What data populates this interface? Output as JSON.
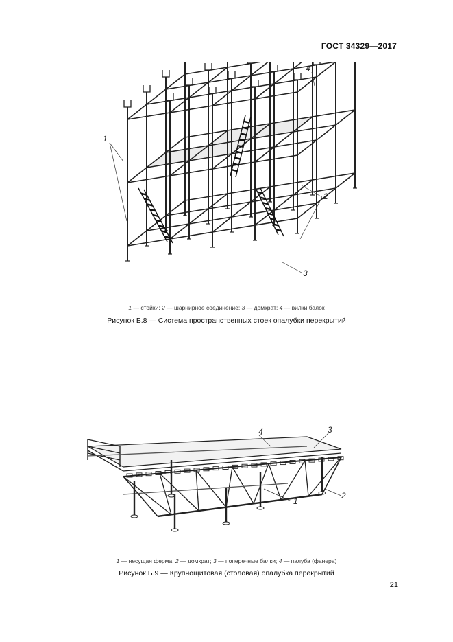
{
  "header": {
    "standard": "ГОСТ 34329—2017"
  },
  "figure1": {
    "callouts": [
      "1",
      "2",
      "3",
      "4"
    ],
    "legend": [
      {
        "num": "1",
        "text": " — стойки; "
      },
      {
        "num": "2",
        "text": " — шарнирное соединение; "
      },
      {
        "num": "3",
        "text": " — домкрат; "
      },
      {
        "num": "4",
        "text": " — вилки балок"
      }
    ],
    "caption": "Рисунок Б.8 — Система пространственных стоек опалубки перекрытий"
  },
  "figure2": {
    "callouts": [
      "1",
      "2",
      "3",
      "4"
    ],
    "legend": [
      {
        "num": "1",
        "text": " — несущая ферма; "
      },
      {
        "num": "2",
        "text": " — домкрат; "
      },
      {
        "num": "3",
        "text": " — поперечные балки; "
      },
      {
        "num": "4",
        "text": " — палуба (фанера)"
      }
    ],
    "caption": "Рисунок Б.9 — Крупнощитовая (столовая) опалубка перекрытий"
  },
  "page_number": "21",
  "colors": {
    "ink": "#222222",
    "deck_fill": "#f2f2f2"
  }
}
